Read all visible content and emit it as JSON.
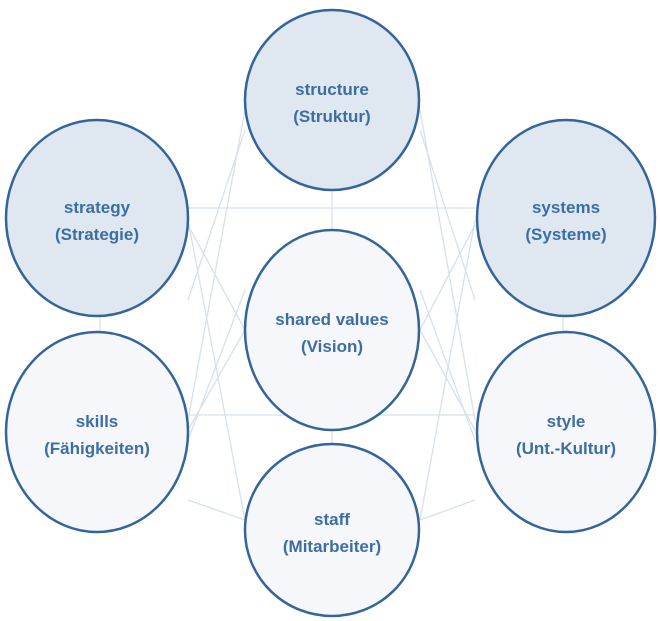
{
  "colors": {
    "stroke": "#34659a",
    "fill_dark": "#dfe7f1",
    "fill_light": "#f5f7fa",
    "link": "#d6e1ed",
    "text": "#3d6ea3"
  },
  "nodes": [
    {
      "id": "structure",
      "line1": "structure",
      "line2": "(Struktur)",
      "shade": "dark"
    },
    {
      "id": "strategy",
      "line1": "strategy",
      "line2": "(Strategie)",
      "shade": "dark"
    },
    {
      "id": "systems",
      "line1": "systems",
      "line2": "(Systeme)",
      "shade": "dark"
    },
    {
      "id": "shared-values",
      "line1": "shared values",
      "line2": "(Vision)",
      "shade": "light"
    },
    {
      "id": "skills",
      "line1": "skills",
      "line2": "(Fähigkeiten)",
      "shade": "light"
    },
    {
      "id": "style",
      "line1": "style",
      "line2": "(Unt.-Kultur)",
      "shade": "light"
    },
    {
      "id": "staff",
      "line1": "staff",
      "line2": "(Mitarbeiter)",
      "shade": "light"
    }
  ]
}
